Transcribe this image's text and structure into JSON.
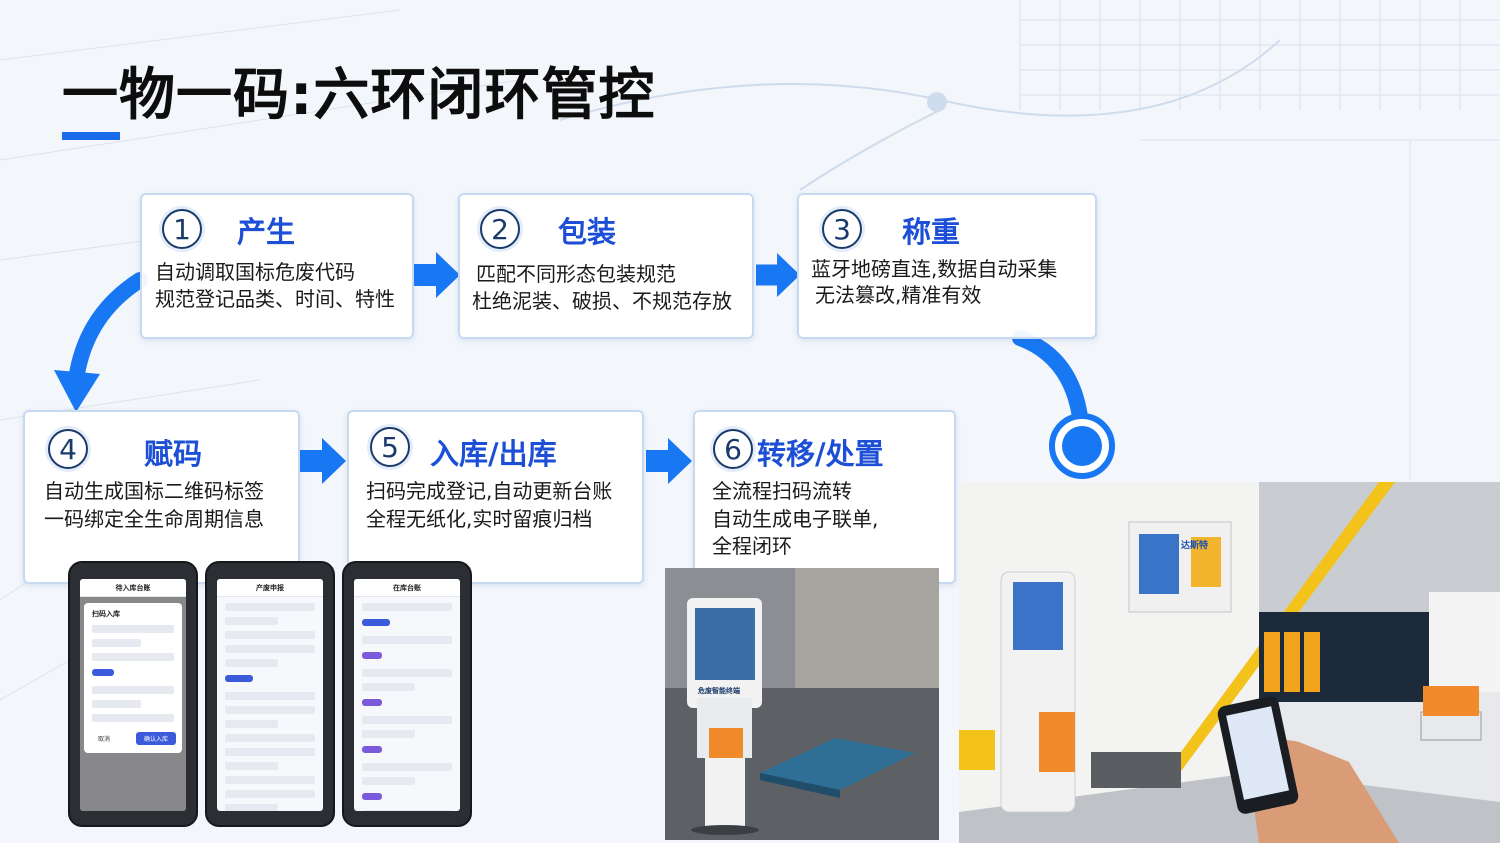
{
  "title": "一物一码:六环闭环管控",
  "steps": [
    {
      "num": "1",
      "title": "产生",
      "lines": [
        "自动调取国标危废代码",
        "规范登记品类、时间、特性"
      ]
    },
    {
      "num": "2",
      "title": "包装",
      "lines": [
        "匹配不同形态包装规范",
        "杜绝泥装、破损、不规范存放"
      ]
    },
    {
      "num": "3",
      "title": "称重",
      "lines": [
        "蓝牙地磅直连,数据自动采集",
        "无法篡改,精准有效"
      ]
    },
    {
      "num": "4",
      "title": "赋码",
      "lines": [
        "自动生成国标二维码标签",
        "一码绑定全生命周期信息"
      ]
    },
    {
      "num": "5",
      "title": "入库/出库",
      "lines": [
        "扫码完成登记,自动更新台账",
        "全程无纸化,实时留痕归档"
      ]
    },
    {
      "num": "6",
      "title": "转移/处置",
      "lines": [
        "全流程扫码流转",
        "自动生成电子联单,",
        "全程闭环"
      ]
    }
  ],
  "phones": [
    {
      "header": "待入库台账",
      "dialog_title": "扫码入库",
      "cancel": "取消",
      "confirm": "确认入库"
    },
    {
      "header": "产废申报"
    },
    {
      "header": "在库台账"
    }
  ],
  "terminal_label": "危废智能终端",
  "wall_brand": "达斯特",
  "colors": {
    "accent": "#1a6bea",
    "title_blue": "#1c4fd6",
    "arrow": "#1877f2"
  }
}
